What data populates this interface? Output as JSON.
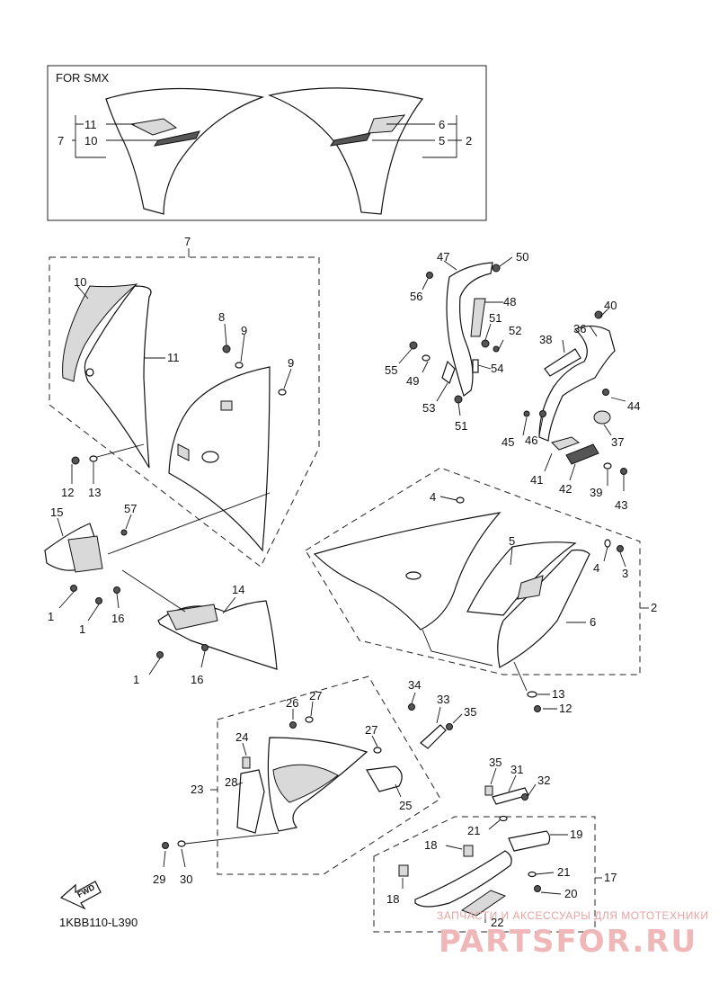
{
  "inset_label": "FOR SMX",
  "diagram_code": "1KBB110-L390",
  "fwd_label": "FWD",
  "watermark_top": "ЗАПЧАСТИ И АКСЕССУАРЫ ДЛЯ МОТОТЕХНИКИ",
  "watermark_brand": "PARTSFOR.RU",
  "callouts": {
    "c1": "1",
    "c2": "2",
    "c3": "3",
    "c4": "4",
    "c5": "5",
    "c6": "6",
    "c7": "7",
    "c8": "8",
    "c9": "9",
    "c10": "10",
    "c11": "11",
    "c12": "12",
    "c13": "13",
    "c14": "14",
    "c15": "15",
    "c16": "16",
    "c17": "17",
    "c18": "18",
    "c19": "19",
    "c20": "20",
    "c21": "21",
    "c22": "22",
    "c23": "23",
    "c24": "24",
    "c25": "25",
    "c26": "26",
    "c27": "27",
    "c28": "28",
    "c29": "29",
    "c30": "30",
    "c31": "31",
    "c32": "32",
    "c33": "33",
    "c34": "34",
    "c35": "35",
    "c36": "36",
    "c37": "37",
    "c38": "38",
    "c39": "39",
    "c40": "40",
    "c41": "41",
    "c42": "42",
    "c43": "43",
    "c44": "44",
    "c45": "45",
    "c46": "46",
    "c47": "47",
    "c48": "48",
    "c49": "49",
    "c50": "50",
    "c51": "51",
    "c52": "52",
    "c53": "53",
    "c54": "54",
    "c55": "55",
    "c56": "56",
    "c57": "57"
  }
}
